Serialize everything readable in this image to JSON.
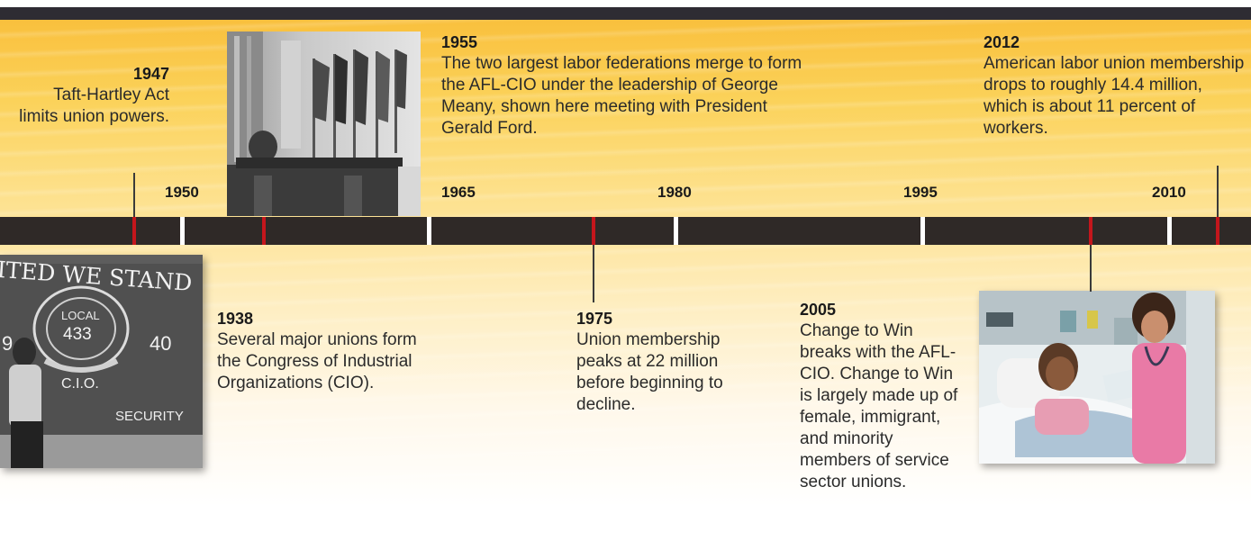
{
  "tick_years": [
    "1950",
    "1965",
    "1980",
    "1995",
    "2010"
  ],
  "events": [
    {
      "year": "1947",
      "text": "Taft-Hartley Act limits union powers."
    },
    {
      "year": "1938",
      "text": "Several major unions form the Congress of Industrial Organizations (CIO)."
    },
    {
      "year": "1955",
      "text": "The two largest labor federations merge to form the AFL-CIO under the leadership of George Meany, shown here meeting with President Gerald Ford."
    },
    {
      "year": "1975",
      "text": "Union membership peaks at 22 million before beginning to decline."
    },
    {
      "year": "2005",
      "text": "Change to Win breaks with the AFL-CIO. Change to Win is largely made up of female, immigrant, and minority members of service sector unions."
    },
    {
      "year": "2012",
      "text": "American labor union membership drops to roughly 14.4 million, which is about 11 percent of workers."
    }
  ],
  "banner": {
    "motto": "ITED WE STAND",
    "local": "LOCAL",
    "number": "433",
    "org": "C.I.O.",
    "left_year": "9",
    "right_year": "40",
    "security": "SECURITY"
  },
  "colors": {
    "timeline_bar": "#2f2927",
    "marker": "#c4161c",
    "top_bar": "#2e2c33",
    "background_top": "#f9c03d"
  }
}
